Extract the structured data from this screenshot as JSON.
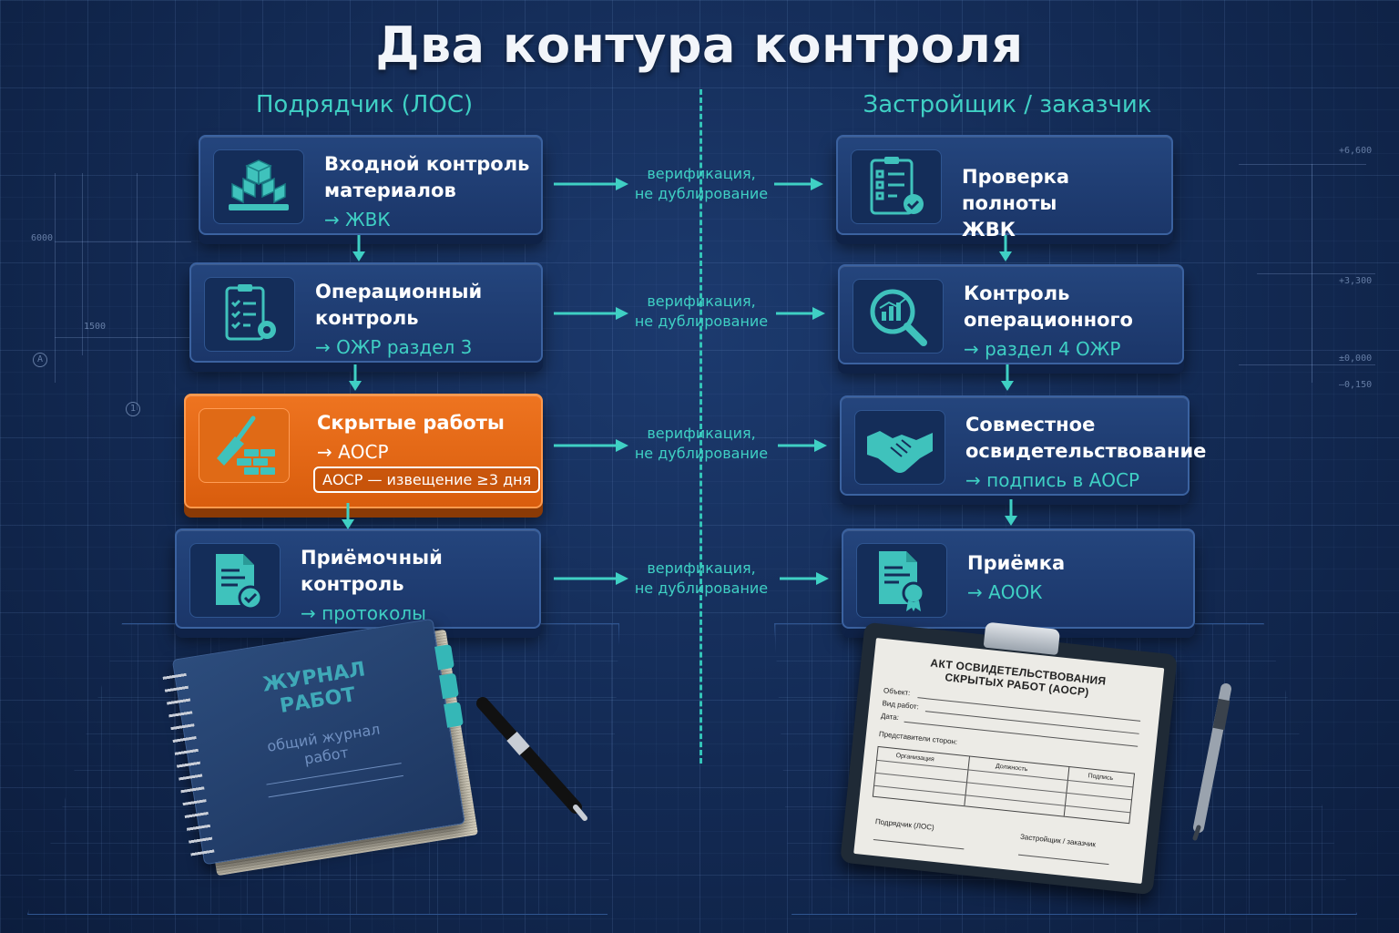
{
  "title": "Два контура контроля",
  "columns": {
    "left": "Подрядчик (ЛОС)",
    "right": "Застройщик / заказчик"
  },
  "verification_label": "верификация,\nне дублирование",
  "left_cards": [
    {
      "title": "Входной контроль\nматериалов",
      "sub": "→ ЖВК",
      "icon": "boxes-pallet-icon"
    },
    {
      "title": "Операционный\nконтроль",
      "sub": "→ ОЖР раздел 3",
      "icon": "clipboard-gear-icon"
    },
    {
      "title": "Скрытые работы",
      "sub": "→ АОСР",
      "badge": "АОСР — извещение ≥3 дня",
      "icon": "trowel-bricks-icon"
    },
    {
      "title": "Приёмочный\nконтроль",
      "sub": "→ протоколы",
      "icon": "document-check-icon"
    }
  ],
  "right_cards": [
    {
      "title": "Проверка полноты\nЖВК",
      "sub": "",
      "icon": "checklist-check-icon"
    },
    {
      "title": "Контроль\nоперационного",
      "sub": "→ раздел 4 ОЖР",
      "icon": "magnifier-chart-icon"
    },
    {
      "title": "Совместное\nосвидетельствование",
      "sub": "→ подпись в АОСР",
      "icon": "handshake-icon"
    },
    {
      "title": "Приёмка",
      "sub": "→ АООК",
      "icon": "certificate-icon"
    }
  ],
  "journal": {
    "title": "ЖУРНАЛ\nРАБОТ",
    "subtitle": "общий журнал\nработ"
  },
  "act": {
    "title": "АКТ ОСВИДЕТЕЛЬСТВОВАНИЯ\nСКРЫТЫХ РАБОТ (АОСР)",
    "fields": [
      "Объект:",
      "Вид работ:",
      "Дата:"
    ],
    "parties_label": "Представители сторон:",
    "table_headers": [
      "Организация",
      "Должность",
      "Подпись"
    ],
    "signatures": [
      "Подрядчик (ЛОС)",
      "Застройщик / заказчик"
    ]
  },
  "blueprint": {
    "left": [
      "6000",
      "1500",
      "А",
      "1"
    ],
    "right": [
      "+6,600",
      "+3,300",
      "±0,000",
      "–0,150"
    ]
  },
  "colors": {
    "accent": "#3fd0c4",
    "highlight": "#e86a17",
    "card": "#1f3d72",
    "background": "#132b55"
  }
}
